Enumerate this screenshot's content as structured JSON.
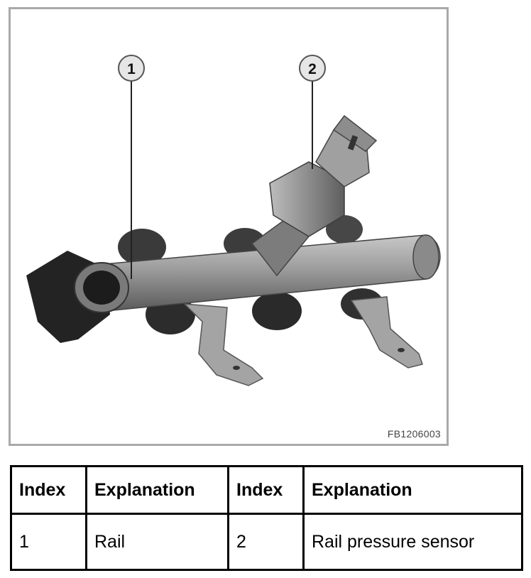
{
  "figure": {
    "code": "FB1206003",
    "callouts": [
      {
        "label": "1"
      },
      {
        "label": "2"
      }
    ]
  },
  "legend": {
    "headers": [
      "Index",
      "Explanation",
      "Index",
      "Explanation"
    ],
    "rows": [
      {
        "index_a": "1",
        "explanation_a": "Rail",
        "index_b": "2",
        "explanation_b": "Rail pressure sensor"
      }
    ]
  },
  "colors": {
    "border": "#a9a9a9",
    "part": "#9a9a9a",
    "dark": "#2a2a2a"
  }
}
